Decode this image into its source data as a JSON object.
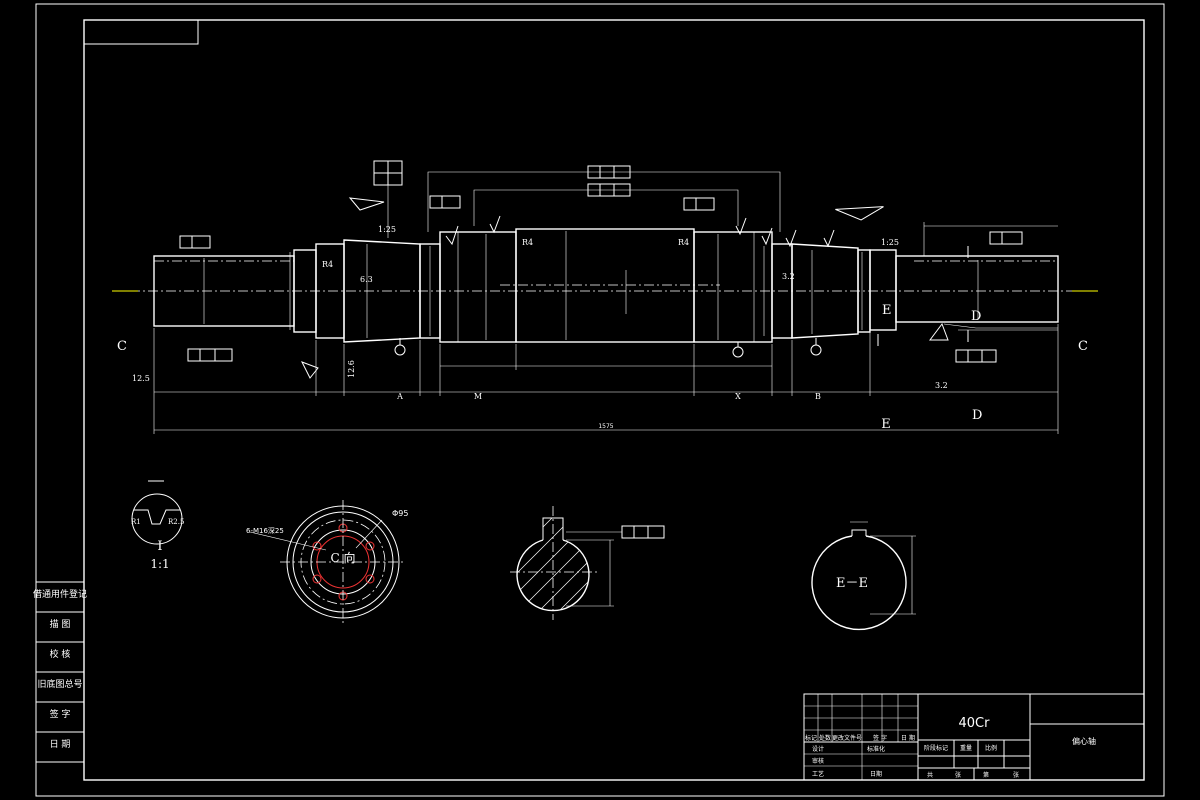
{
  "drawing": {
    "material": "40Cr",
    "part_name": "偏心轴",
    "view_markers": {
      "left_C": "C",
      "right_C": "C",
      "right_D_upper": "D",
      "right_D_lower": "D",
      "right_E_upper": "E",
      "right_E_lower": "E",
      "detail_label": "I",
      "detail_scale": "1:1",
      "c_view_label": "C 向",
      "section_label": "E－E"
    },
    "dimensions": {
      "taper_left": "1:25",
      "taper_right": "1:25",
      "r4_a": "R4",
      "r4_b": "R4",
      "r4_c": "R4",
      "r1": "R1",
      "r23": "R2.5",
      "surface_12_5": "12.5",
      "surface_3_2": "3.2",
      "surface_3_2b": "3.2",
      "surface_6_3": "6.3",
      "surface_12_6": "12.6",
      "holes": "6-M16深25",
      "phi95": "Φ95",
      "overall": "1575",
      "seg_a": "A",
      "seg_m": "M",
      "seg_x": "X",
      "seg_b": "B",
      "label_e": "E"
    }
  },
  "side_table": {
    "rows": [
      "借通用件登记",
      "描  图",
      "校  核",
      "旧底图总号",
      "签  字",
      "日  期"
    ]
  },
  "title_block": {
    "row_labels": [
      "标记",
      "处数",
      "更改文件号",
      "签  字",
      "日  期"
    ],
    "design": "设计",
    "standard": "标准化",
    "check": "审核",
    "process": "工艺",
    "date": "日期",
    "stage": "阶段标记",
    "weight": "重量",
    "scale": "比例",
    "sheets_total": "共",
    "sheets": "张",
    "sheet_no": "第",
    "sheet_suffix": "张"
  },
  "colors": {
    "background": "#000000",
    "lines": "#ffffff",
    "centerline_end": "#ffff00",
    "hidden_red": "#ee3333"
  }
}
